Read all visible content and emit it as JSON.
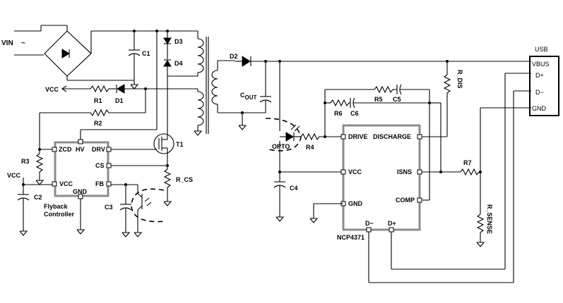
{
  "labels": {
    "vin": "VIN",
    "vin_tilde": "~",
    "c1": "C1",
    "d3": "D3",
    "d4": "D4",
    "d1": "D1",
    "d2": "D2",
    "r1": "R1",
    "r2": "R2",
    "r3": "R3",
    "vcc_out": "VCC",
    "vcc_left": "VCC",
    "cout": "C",
    "cout_sub": "OUT",
    "t1": "T1",
    "r_cs": "R_CS",
    "c2": "C2",
    "c3": "C3",
    "c4": "C4",
    "opto": "OPTO",
    "r4": "R4",
    "r5": "R5",
    "r6": "R6",
    "c5": "C5",
    "c6": "C6",
    "r7": "R7",
    "r_dis": "R_DIS",
    "r_sense": "R_SENSE",
    "usb": "USB"
  },
  "flyback": {
    "name_line1": "Flyback",
    "name_line2": "Controller",
    "pins": {
      "zcd": "ZCD",
      "hv": "HV",
      "drv": "DRV",
      "cs": "CS",
      "vcc": "VCC",
      "fb": "FB",
      "gnd": "GND"
    }
  },
  "ncp": {
    "name": "NCP4371",
    "pins": {
      "drive": "DRIVE",
      "discharge": "DISCHARGE",
      "vcc": "VCC",
      "isns": "ISNS",
      "gnd": "GND",
      "comp": "COMP",
      "dminus": "D−",
      "dplus": "D+"
    }
  },
  "usb_connector": {
    "pins": [
      "VBUS",
      "D+",
      "D−",
      "GND"
    ]
  },
  "colors": {
    "wire": "#000000",
    "ic_outline": "#8c8c8c",
    "background": "#ffffff"
  }
}
